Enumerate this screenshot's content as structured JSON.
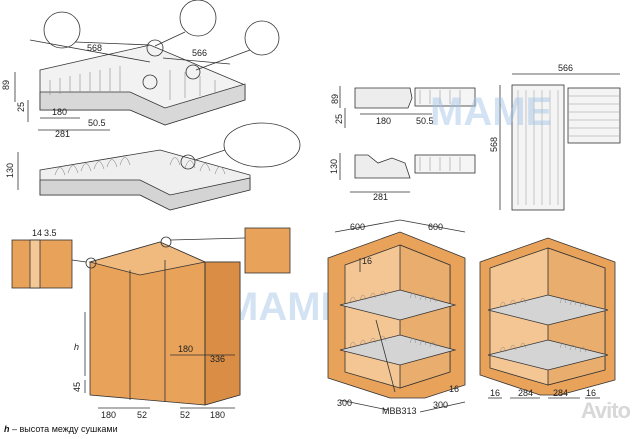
{
  "dims": {
    "d568": "568",
    "d566": "566",
    "d89": "89",
    "d25": "25",
    "d180": "180",
    "d281": "281",
    "d505": "50.5",
    "d130": "130",
    "d14": "14",
    "d35": "3.5",
    "d45": "45",
    "d52": "52",
    "d336": "336",
    "d600": "600",
    "d300": "300",
    "d16": "16",
    "d284": "284",
    "h": "h"
  },
  "labels": {
    "model": "MBB313"
  },
  "caption": {
    "h": "h",
    "text": " – высота между сушками"
  },
  "watermarks": {
    "brand": "МАМЕ",
    "avito": "Avito"
  },
  "colors": {
    "wood": "#e8a25a",
    "wood_dark": "#c9803f",
    "wire": "#9a9a9a",
    "line": "#333333"
  }
}
